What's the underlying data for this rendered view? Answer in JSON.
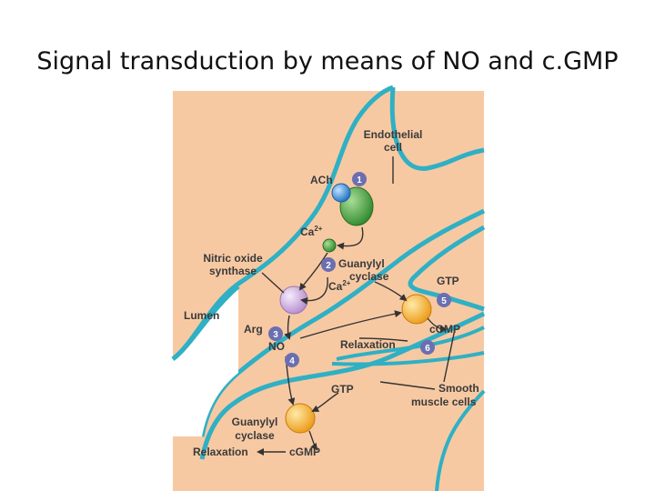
{
  "slide": {
    "title": "Signal transduction by means of NO and c.GMP"
  },
  "colors": {
    "membrane": "#2fb0c4",
    "cytoplasm": "#f7c9a3",
    "background": "#ffffff",
    "receptor_green": "#3f9c3a",
    "ach_blue": "#2d7fd0",
    "synthase_lilac": "#c9a6db",
    "cyclase_orange": "#f3a72a",
    "step_badge": "#6b6fb1",
    "arrow": "#333333"
  },
  "labels": {
    "endothelial_cell": [
      "Endothelial",
      "cell"
    ],
    "ach": "ACh",
    "ca_top": "Ca",
    "ca_top_sup": "2+",
    "nos": [
      "Nitric oxide",
      "synthase"
    ],
    "guanylyl_cyclase_top": [
      "Guanylyl",
      "cyclase"
    ],
    "ca_mid": "Ca",
    "ca_mid_sup": "2+",
    "lumen": "Lumen",
    "gtp_right": "GTP",
    "cgmp_right": "cGMP",
    "arg": "Arg",
    "no": "NO",
    "relaxation_right": "Relaxation",
    "gtp_bottom": "GTP",
    "smooth_muscle": [
      "Smooth",
      "muscle cells"
    ],
    "guanylyl_cyclase_bottom": [
      "Guanylyl",
      "cyclase"
    ],
    "relaxation_bottom": "Relaxation",
    "cgmp_bottom": "cGMP"
  },
  "steps": [
    "1",
    "2",
    "3",
    "4",
    "5",
    "6"
  ]
}
